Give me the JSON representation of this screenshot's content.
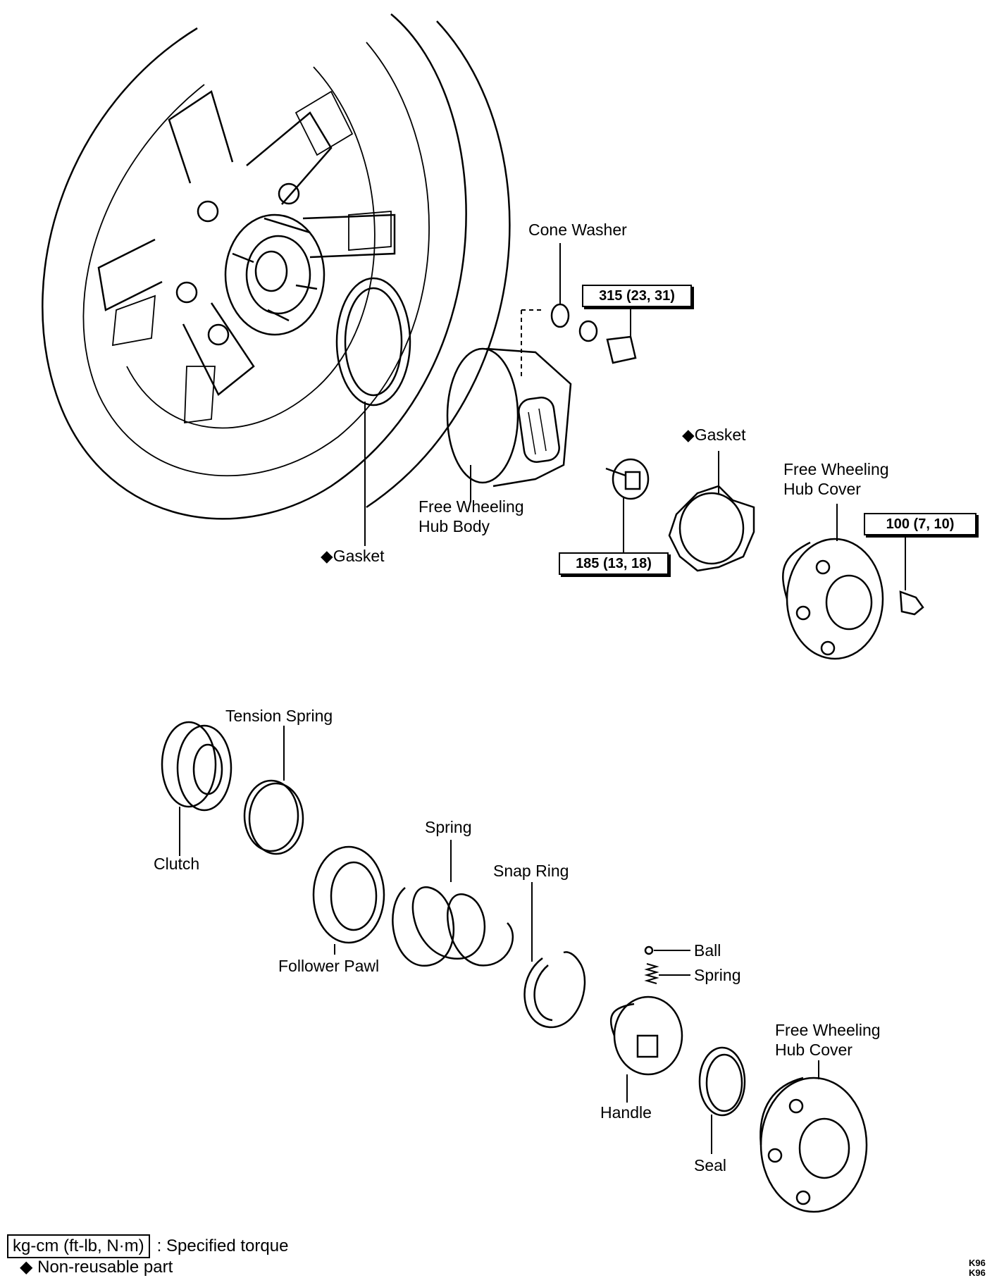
{
  "labels": {
    "cone_washer": "Cone Washer",
    "hub_body": "Free Wheeling\nHub Body",
    "gasket_left": "◆Gasket",
    "gasket_right": "◆Gasket",
    "hub_cover_top": "Free Wheeling\nHub Cover",
    "tension_spring": "Tension Spring",
    "clutch": "Clutch",
    "follower_pawl": "Follower Pawl",
    "spring_main": "Spring",
    "snap_ring": "Snap Ring",
    "ball": "Ball",
    "spring_small": "Spring",
    "handle": "Handle",
    "seal": "Seal",
    "hub_cover_bottom": "Free Wheeling\nHub Cover"
  },
  "torque": {
    "nut": "315 (23, 31)",
    "bolt_center": "185 (13, 18)",
    "bolt_cover": "100 (7, 10)"
  },
  "legend": {
    "unit_box": "kg-cm (ft-lb, N·m)",
    "unit_desc": ":  Specified torque",
    "nonreusable": "◆   Non-reusable part"
  },
  "figure_code": "K96\nK96"
}
